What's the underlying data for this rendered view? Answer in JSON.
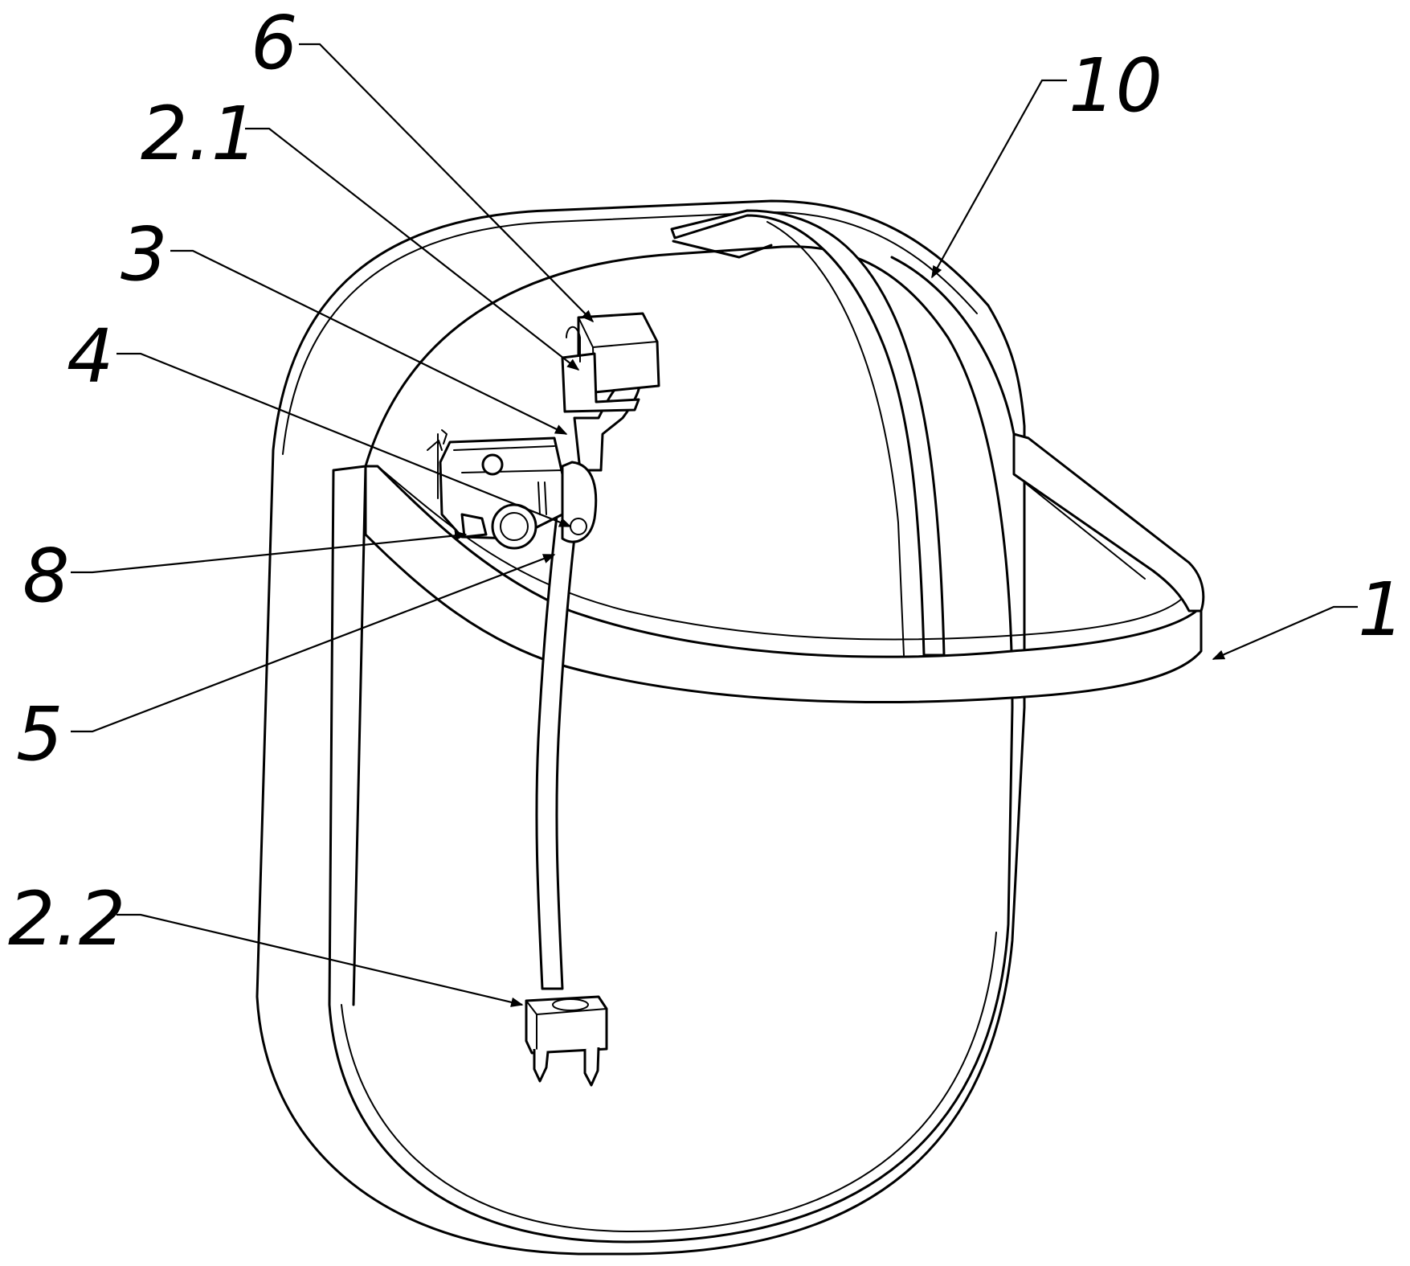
{
  "labels": {
    "l6": "6",
    "l21": "2.1",
    "l10": "10",
    "l3": "3",
    "l4": "4",
    "l8": "8",
    "l1": "1",
    "l5": "5",
    "l22": "2.2"
  }
}
